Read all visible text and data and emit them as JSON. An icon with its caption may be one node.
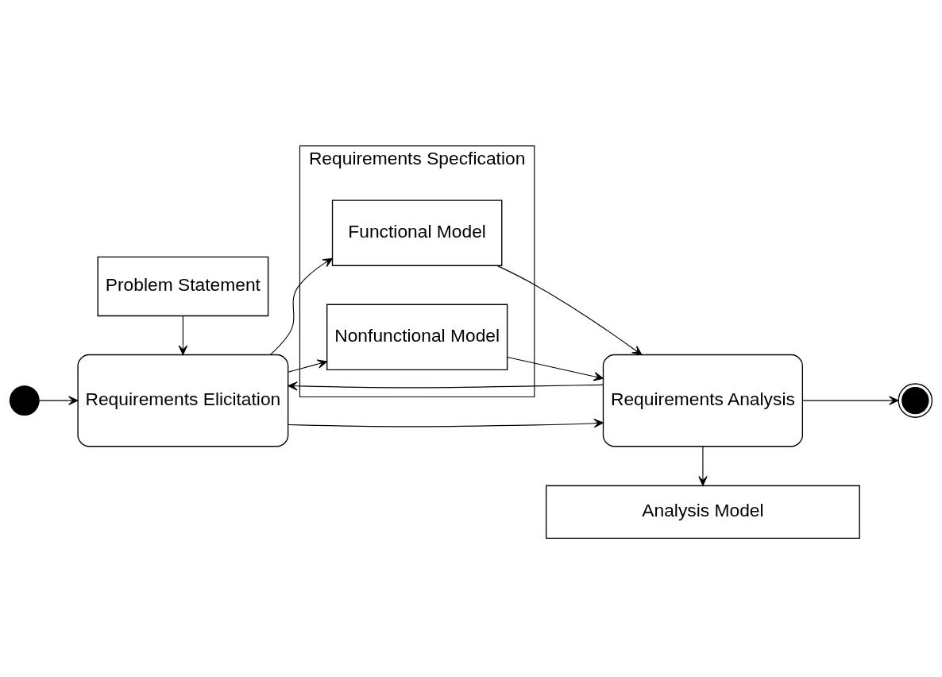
{
  "diagram": {
    "nodes": [
      {
        "text": [],
        "shape": "circle"
      },
      {
        "text": [
          "Requirements Elicitation"
        ]
      },
      {
        "text": [
          "Problem Statement"
        ]
      },
      {
        "text": [
          "Requirements Specfication"
        ]
      },
      {
        "text": [
          "Functional Model"
        ],
        "in": 3
      },
      {
        "text": [
          "Nonfunctional Model"
        ],
        "in": 3
      },
      {
        "text": [
          "Requirements Analysis"
        ]
      },
      {
        "text": [
          "Analysis Model"
        ]
      },
      {
        "text": [],
        "shape": "circle"
      }
    ],
    "edges": [
      {
        "from": 0,
        "to": 1,
        "arrow": "to"
      },
      {
        "from": 2,
        "to": 1,
        "arrow": "to"
      },
      {
        "from": 1,
        "to": 4,
        "arrow": "to"
      },
      {
        "from": 1,
        "to": 5,
        "arrow": "to"
      },
      {
        "from": 1,
        "to": 6,
        "arrow": "to"
      },
      {
        "from": 6,
        "to": 1,
        "arrow": "to"
      },
      {
        "from": 4,
        "to": 6,
        "arrow": "to"
      },
      {
        "from": 5,
        "to": 6,
        "arrow": "to"
      },
      {
        "from": 6,
        "to": 7,
        "arrow": "to"
      },
      {
        "from": 6,
        "to": 8,
        "arrow": "to"
      }
    ]
  }
}
